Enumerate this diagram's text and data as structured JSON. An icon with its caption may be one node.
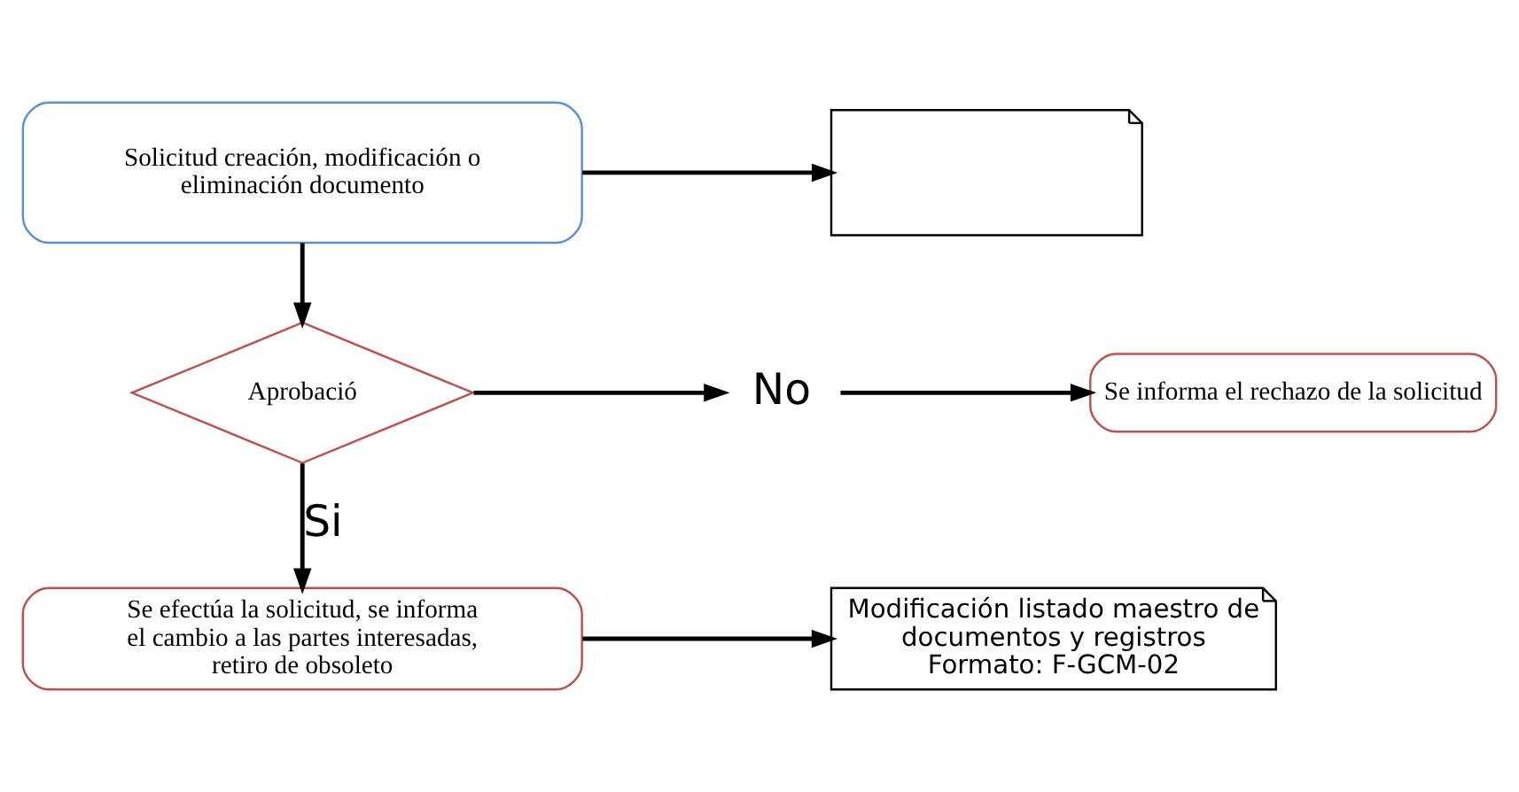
{
  "diagram": {
    "nodes": [
      {
        "text": [
          "Solicitud creación, modificación o eliminación documento"
        ]
      },
      {
        "text": [],
        "shape": "document"
      },
      {
        "text": [
          "Aprobació"
        ]
      },
      {
        "text": [
          "No"
        ]
      },
      {
        "text": [
          "Se informa el rechazo de la solicitud"
        ]
      },
      {
        "text": [
          "Se efectúa la solicitud, se informa el cambio a las partes interesadas, retiro de obsoleto"
        ]
      },
      {
        "text": [
          "Modificación listado maestro de documentos y registros",
          "Formato: F-GCM-02"
        ]
      }
    ],
    "edges": [
      {
        "from": 0,
        "to": 1,
        "arrow": "to"
      },
      {
        "from": 0,
        "to": 2,
        "arrow": "to"
      },
      {
        "from": 2,
        "to": 3,
        "arrow": "to"
      },
      {
        "from": 3,
        "to": 4,
        "arrow": "to"
      },
      {
        "from": 2,
        "to": 5,
        "arrow": "to",
        "label": "Si"
      },
      {
        "from": 5,
        "to": 6,
        "arrow": "to"
      }
    ]
  }
}
